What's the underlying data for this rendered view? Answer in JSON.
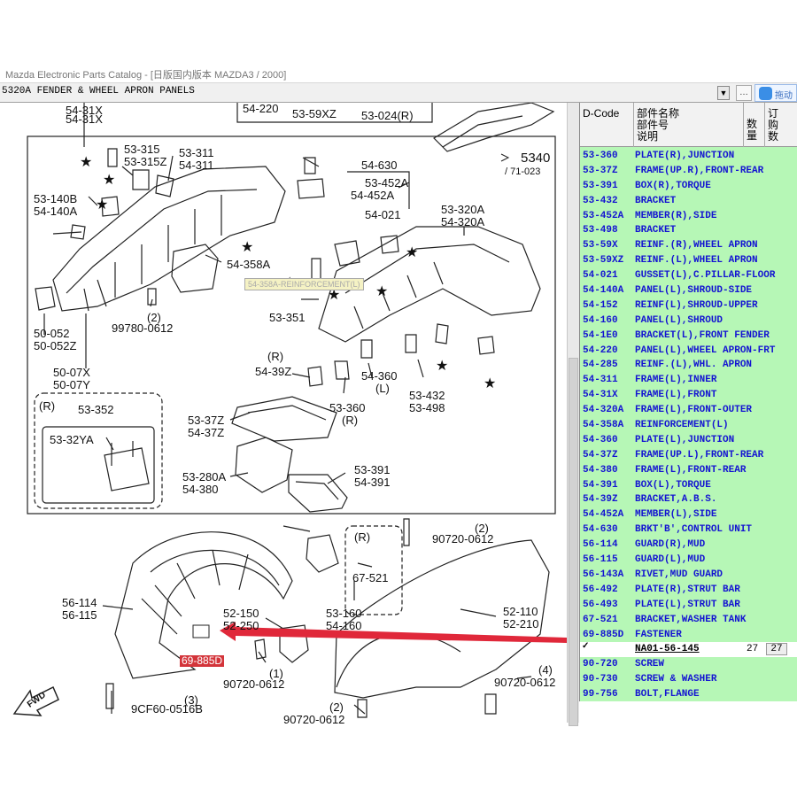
{
  "window": {
    "title": "Mazda Electronic Parts Catalog - [日版国内版本 MAZDA3 / 2000]"
  },
  "toolbar": {
    "catalog_label": "5320A  FENDER & WHEEL APRON PANELS",
    "baidu_label": "拖动"
  },
  "diagram": {
    "labels": {
      "l1": "54-31X",
      "l2": "54-31X",
      "l3": "54-220",
      "l4": "53-59XZ",
      "l5": "53-024(R)",
      "l6": "53-315",
      "l7": "53-315Z",
      "l8": "53-311",
      "l9": "54-311",
      "l10": "5340",
      "l11": "/ 71-023",
      "l12": "54-630",
      "l13": "53-452A",
      "l14": "54-452A",
      "l15": "54-021",
      "l16": "53-140B",
      "l17": "54-140A",
      "l18": "53-320A",
      "l19": "54-320A",
      "l20": "54-358A",
      "l21": "(2)",
      "l22": "99780-0612",
      "l23": "53-351",
      "l24": "50-052",
      "l25": "50-052Z",
      "l26": "(R)",
      "l27": "54-39Z",
      "l28": "54-360",
      "l29": "(L)",
      "l30": "53-432",
      "l31": "53-498",
      "l32": "50-07X",
      "l33": "50-07Y",
      "l34": "(R)",
      "l35": "53-352",
      "l36": "53-32YA",
      "l37": "53-360",
      "l38": "(R)",
      "l39": "53-37Z",
      "l40": "54-37Z",
      "l41": "53-391",
      "l42": "54-391",
      "l43": "53-280A",
      "l44": "54-380",
      "l45": "(2)",
      "l46": "90720-0612",
      "l47": "(R)",
      "l48": "67-521",
      "l49": "56-114",
      "l50": "56-115",
      "l51": "52-150",
      "l52": "52-250",
      "l53": "53-160",
      "l54": "54-160",
      "l55": "52-110",
      "l56": "52-210",
      "l57": "(1)",
      "l58": "90720-0612",
      "l59": "(4)",
      "l60": "90720-0612",
      "l61": "(3)",
      "l62": "9CF60-0516B",
      "l63": "(2)",
      "l64": "90720-0612",
      "l65": "FWD"
    },
    "callout": "54-358A-REINFORCEMENT(L)",
    "highlight_tag": "69-885D"
  },
  "panel": {
    "headers": {
      "code": "D-Code",
      "name1": "部件名称",
      "name2": "部件号",
      "name3": "说明",
      "qty1": "数",
      "qty2": "量",
      "order1": "订",
      "order2": "购",
      "order3": "数"
    },
    "rows": [
      {
        "code": "53-360",
        "desc": "PLATE(R),JUNCTION"
      },
      {
        "code": "53-37Z",
        "desc": "FRAME(UP.R),FRONT-REAR"
      },
      {
        "code": "53-391",
        "desc": "BOX(R),TORQUE"
      },
      {
        "code": "53-432",
        "desc": "BRACKET"
      },
      {
        "code": "53-452A",
        "desc": "MEMBER(R),SIDE"
      },
      {
        "code": "53-498",
        "desc": "BRACKET"
      },
      {
        "code": "53-59X",
        "desc": "REINF.(R),WHEEL APRON"
      },
      {
        "code": "53-59XZ",
        "desc": "REINF.(L),WHEEL APRON"
      },
      {
        "code": "54-021",
        "desc": "GUSSET(L),C.PILLAR-FLOOR"
      },
      {
        "code": "54-140A",
        "desc": "PANEL(L),SHROUD-SIDE"
      },
      {
        "code": "54-152",
        "desc": "REINF(L),SHROUD-UPPER"
      },
      {
        "code": "54-160",
        "desc": "PANEL(L),SHROUD"
      },
      {
        "code": "54-1E0",
        "desc": "BRACKET(L),FRONT FENDER"
      },
      {
        "code": "54-220",
        "desc": "PANEL(L),WHEEL APRON-FRT"
      },
      {
        "code": "54-285",
        "desc": "REINF.(L),WHL. APRON"
      },
      {
        "code": "54-311",
        "desc": "FRAME(L),INNER"
      },
      {
        "code": "54-31X",
        "desc": "FRAME(L),FRONT"
      },
      {
        "code": "54-320A",
        "desc": "FRAME(L),FRONT-OUTER"
      },
      {
        "code": "54-358A",
        "desc": "REINFORCEMENT(L)"
      },
      {
        "code": "54-360",
        "desc": "PLATE(L),JUNCTION"
      },
      {
        "code": "54-37Z",
        "desc": "FRAME(UP.L),FRONT-REAR"
      },
      {
        "code": "54-380",
        "desc": "FRAME(L),FRONT-REAR"
      },
      {
        "code": "54-391",
        "desc": "BOX(L),TORQUE"
      },
      {
        "code": "54-39Z",
        "desc": "BRACKET,A.B.S."
      },
      {
        "code": "54-452A",
        "desc": "MEMBER(L),SIDE"
      },
      {
        "code": "54-630",
        "desc": "BRKT'B',CONTROL UNIT"
      },
      {
        "code": "56-114",
        "desc": "GUARD(R),MUD"
      },
      {
        "code": "56-115",
        "desc": "GUARD(L),MUD"
      },
      {
        "code": "56-143A",
        "desc": "RIVET,MUD GUARD"
      },
      {
        "code": "56-492",
        "desc": "PLATE(R),STRUT BAR"
      },
      {
        "code": "56-493",
        "desc": "PLATE(L),STRUT BAR"
      },
      {
        "code": "67-521",
        "desc": "BRACKET,WASHER TANK"
      },
      {
        "code": "69-885D",
        "desc": "FASTENER"
      }
    ],
    "selected_part": {
      "check": "✓",
      "part_no": "NA01-56-145",
      "qty": "27",
      "order": "27"
    },
    "rows_after": [
      {
        "code": "90-720",
        "desc": "SCREW"
      },
      {
        "code": "90-730",
        "desc": "SCREW & WASHER"
      },
      {
        "code": "99-756",
        "desc": "BOLT,FLANGE"
      }
    ]
  },
  "colors": {
    "panel_bg": "#b6f7b6",
    "code_text": "#1414d2",
    "highlight": "#d3343a"
  }
}
